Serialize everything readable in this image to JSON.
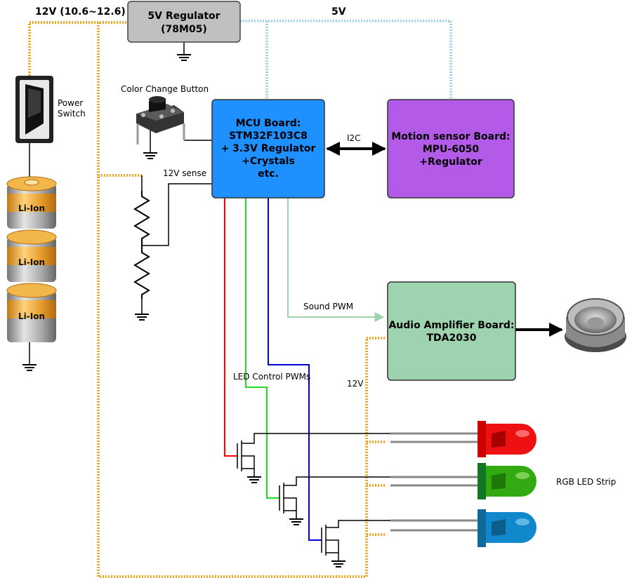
{
  "labels": {
    "supply_12v": "12V (10.6~12.6)",
    "rail_5v": "5V",
    "power_switch": [
      "Power",
      "Switch"
    ],
    "color_change_button": "Color Change Button",
    "sense_12v": "12V sense",
    "i2c": "I2C",
    "sound_pwm": "Sound PWM",
    "led_control_pwms": "LED Control PWMs",
    "amp_12v": "12V",
    "rgb_led_strip": "RGB LED Strip"
  },
  "blocks": {
    "regulator": [
      "5V Regulator",
      "(78M05)"
    ],
    "mcu": [
      "MCU Board:",
      "STM32F103C8",
      "+ 3.3V Regulator",
      "+Crystals",
      "etc."
    ],
    "motion": [
      "Motion sensor Board:",
      "MPU-6050",
      "+Regulator"
    ],
    "amplifier": [
      "Audio Amplifier Board:",
      "TDA2030"
    ]
  },
  "cells": [
    "Li-Ion",
    "Li-Ion",
    "Li-Ion"
  ],
  "colors": {
    "rail_12v": "#e8a92a",
    "rail_5v": "#a9d3e3",
    "regulator_fill": "#c0c0c0",
    "mcu_fill": "#1e90ff",
    "motion_fill": "#b35ae8",
    "amplifier_fill": "#9ed3b0",
    "pwm_red": "#ff0000",
    "pwm_green": "#22dd22",
    "pwm_blue": "#0000dd",
    "sound_line": "#9ed3b0",
    "led_red": "#ee1111",
    "led_green": "#33aa11",
    "led_blue": "#1188cc"
  },
  "icons": [
    "power-switch-icon",
    "battery-cell-icon",
    "push-button-icon",
    "resistor-icon",
    "ground-icon",
    "transistor-icon",
    "speaker-icon",
    "led-icon"
  ]
}
